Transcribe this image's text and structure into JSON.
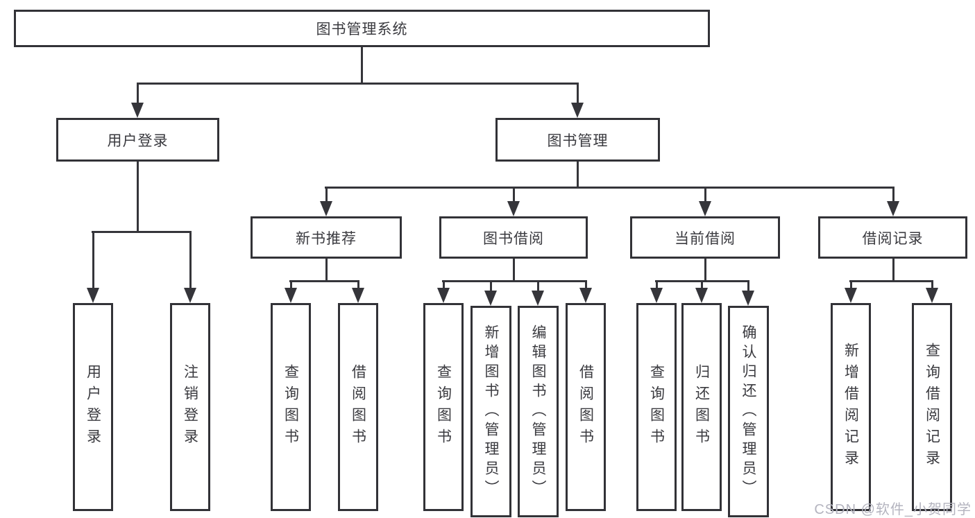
{
  "diagram": {
    "root": {
      "label": "图书管理系统"
    },
    "branches": [
      {
        "label": "用户登录",
        "children": [
          {
            "label": "用户登录"
          },
          {
            "label": "注销登录"
          }
        ]
      },
      {
        "label": "图书管理",
        "children": [
          {
            "label": "新书推荐",
            "children": [
              {
                "label": "查询图书"
              },
              {
                "label": "借阅图书"
              }
            ]
          },
          {
            "label": "图书借阅",
            "children": [
              {
                "label": "查询图书"
              },
              {
                "label": "新增图书（管理员）"
              },
              {
                "label": "编辑图书（管理员）"
              },
              {
                "label": "借阅图书"
              }
            ]
          },
          {
            "label": "当前借阅",
            "children": [
              {
                "label": "查询图书"
              },
              {
                "label": "归还图书"
              },
              {
                "label": "确认归还（管理员）"
              }
            ]
          },
          {
            "label": "借阅记录",
            "children": [
              {
                "label": "新增借阅记录"
              },
              {
                "label": "查询借阅记录"
              }
            ]
          }
        ]
      }
    ]
  },
  "watermark": {
    "text": "CSDN @软件_小贺同学",
    "color": "#b4b4bf"
  },
  "colors": {
    "line": "#35353a",
    "border": "#323237",
    "text": "#3a3a3f",
    "background": "#ffffff"
  }
}
